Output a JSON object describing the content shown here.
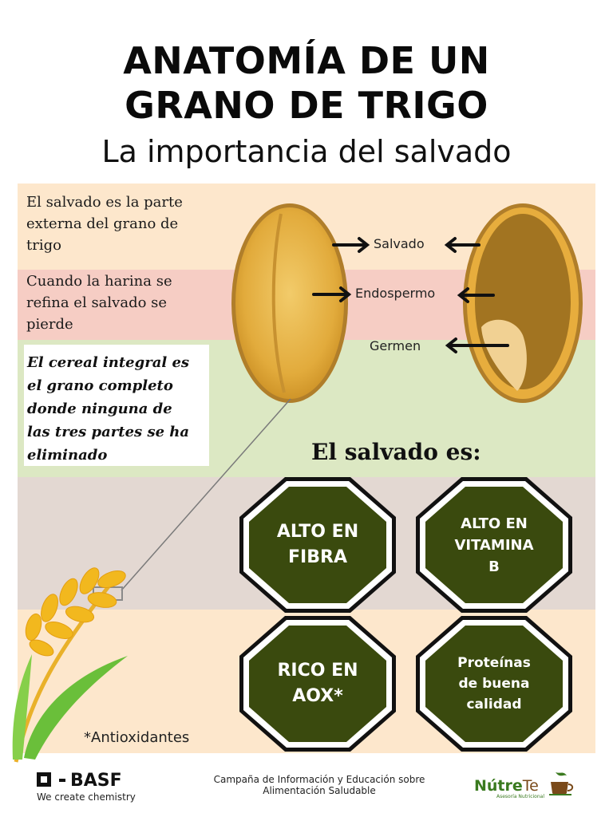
{
  "header": {
    "title_line1": "ANATOMÍA DE UN",
    "title_line2": "GRANO DE TRIGO",
    "subtitle": "La importancia del salvado"
  },
  "rows": {
    "bran_description": [
      "El salvado es la parte",
      "externa del grano de",
      "trigo"
    ],
    "refined_description": [
      "Cuando la harina se",
      "refina el salvado se",
      "pierde"
    ],
    "whole_grain_note": [
      "El cereal integral es",
      "el grano completo",
      "donde ninguna de",
      "las tres partes se ha",
      "eliminado"
    ]
  },
  "grain_labels": {
    "bran": "Salvado",
    "endosperm": "Endospermo",
    "germ": "Germen"
  },
  "benefits": {
    "heading": "El salvado es:",
    "items": [
      {
        "label_lines": [
          "ALTO EN",
          "FIBRA"
        ]
      },
      {
        "label_lines": [
          "ALTO EN",
          "VITAMINA",
          "B"
        ]
      },
      {
        "label_lines": [
          "RICO EN",
          "AOX*"
        ]
      },
      {
        "label_lines": [
          "Proteínas",
          "de buena",
          "calidad"
        ]
      }
    ]
  },
  "footnote": "*Antioxidantes",
  "footer": {
    "basf_logo": "BASF",
    "basf_tagline": "We create chemistry",
    "campaign_line1": "Campaña de Información y Educación sobre",
    "campaign_line2": "Alimentación Saludable",
    "partner_logo_a": "Nútre",
    "partner_logo_b": "Te",
    "partner_tagline": "Asesoría Nutricional"
  },
  "colors": {
    "octagon_green": "#3a4a0e",
    "band_peach": "#fde7cc",
    "band_pink": "#f6cdc4",
    "band_green": "#dce8c3",
    "band_taupe": "#e3d8d2",
    "brand_green": "#3a7a1f",
    "brand_brown": "#7a4a1a"
  }
}
